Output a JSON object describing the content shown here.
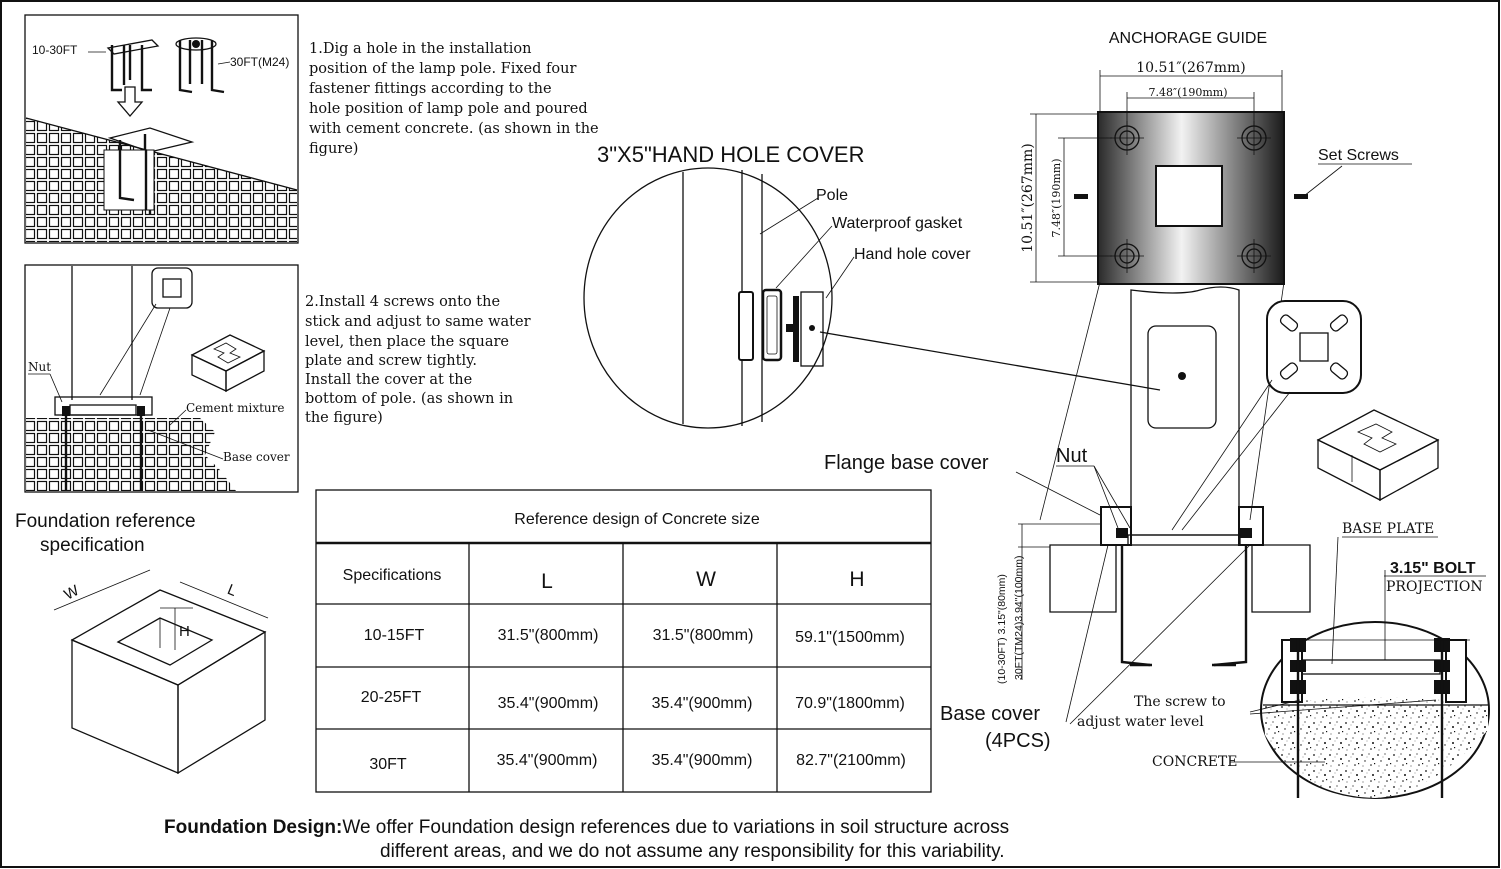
{
  "step1": {
    "label_small": "10-30FT",
    "label_large": "30FT(M24)",
    "text": [
      "1.Dig a hole in the installation",
      "position of the lamp pole. Fixed four",
      "fastener fittings according to the",
      "hole position of lamp pole and poured",
      "with cement concrete. (as shown in the",
      "figure)"
    ]
  },
  "step2": {
    "nut": "Nut",
    "cement": "Cement mixture",
    "base_cover": "Base cover",
    "text": [
      "2.Install 4 screws onto the",
      "stick and adjust to same water",
      "level, then place the square",
      "plate and screw tightly.",
      "Install the cover at the",
      "bottom of pole. (as shown in",
      "the figure)"
    ]
  },
  "hand_hole": {
    "title": "3\"X5\"HAND HOLE COVER",
    "pole": "Pole",
    "gasket": "Waterproof gasket",
    "cover": "Hand hole cover"
  },
  "anchorage": {
    "title": "ANCHORAGE GUIDE",
    "dim_outer_h": "10.51″(267mm)",
    "dim_inner_h": "7.48″(190mm)",
    "dim_outer_v": "10.51″(267mm)",
    "dim_inner_v": "7.48″(190mm)",
    "set_screws": "Set Screws"
  },
  "assembly": {
    "flange": "Flange base cover",
    "nut": "Nut",
    "height_a": "(10-30FT) 3.15\"(80mm)",
    "height_b": "30FT(TM24)3.94\"(100mm)",
    "base_cover": "Base cover",
    "pcs": "(4PCS)"
  },
  "detail": {
    "base_plate": "BASE PLATE",
    "bolt_1": "3.15\" BOLT",
    "bolt_2": "PROJECTION",
    "screw_1": "The screw to",
    "screw_2": "adjust water level",
    "concrete": "CONCRETE"
  },
  "foundation": {
    "title_1": "Foundation reference",
    "title_2": "specification",
    "W": "W",
    "L": "L",
    "H": "H"
  },
  "table": {
    "caption": "Reference design of Concrete size",
    "headers": [
      "Specifications",
      "L",
      "W",
      "H"
    ],
    "rows": [
      [
        "10-15FT",
        "31.5\"(800mm)",
        "31.5\"(800mm)",
        "59.1\"(1500mm)"
      ],
      [
        "20-25FT",
        "35.4\"(900mm)",
        "35.4\"(900mm)",
        "70.9\"(1800mm)"
      ],
      [
        "30FT",
        "35.4\"(900mm)",
        "35.4\"(900mm)",
        "82.7\"(2100mm)"
      ]
    ]
  },
  "footer": {
    "bold": "Foundation Design:",
    "line1": "We offer Foundation design references due to variations in soil structure across",
    "line2": "different areas, and we do not assume any responsibility for this variability."
  }
}
